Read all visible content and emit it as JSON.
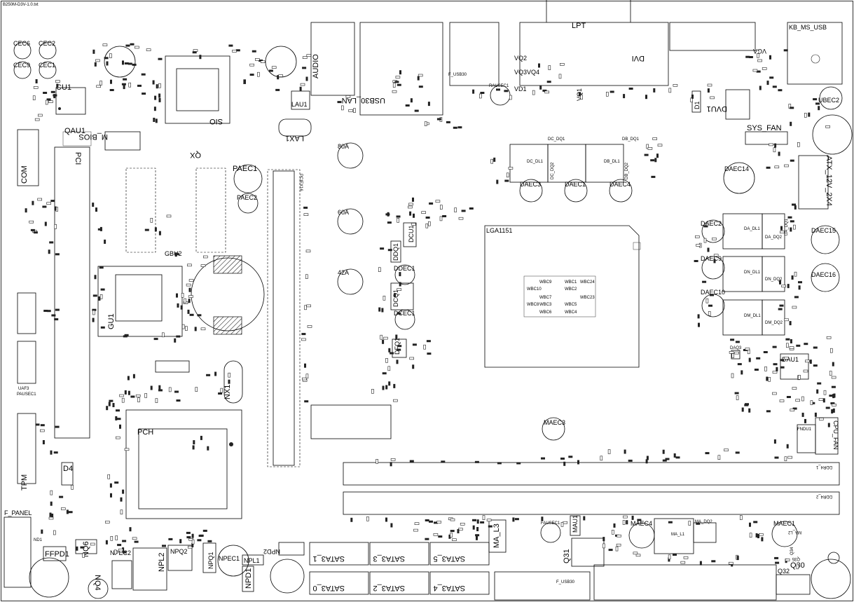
{
  "file_name": "B250M-D3V-1.0.txt",
  "labels": {
    "cec6": "CEC6",
    "cec2": "CEC2",
    "cec9": "CEC9",
    "cec1": "CEC1",
    "cu1": "CU1",
    "qau1": "QAU1",
    "m_bios": "M_BIOS",
    "sio": "SIO",
    "com": "COM",
    "pci": "PCI",
    "audio": "AUDIO",
    "lau1": "LAU1",
    "lax1": "LAX1",
    "usb30_lan": "USB30_LAN",
    "f_usb30": "F_USB30",
    "rausec1": "RAUSEC1",
    "lpt": "LPT",
    "dvi": "DVI",
    "kb_ms_usb": "KB_MS_USB",
    "vga": "VGA",
    "vq2": "VQ2",
    "vq3": "VQ3",
    "vq4": "VQ4",
    "vd1": "VD1",
    "vq1": "VQ1",
    "d1": "D1",
    "dvu1": "DVU1",
    "ubec2": "UBEC2",
    "sys_fan": "SYS_FAN",
    "atx": "ATX_12V_2X4",
    "a80": "80A",
    "a60": "60A",
    "a42": "42A",
    "paec1": "PAEC1",
    "paec2": "PAEC2",
    "pciex": "PCIEX16",
    "dc_dq1": "DC_DQ1",
    "db_dq1": "DB_DQ1",
    "daec3": "DAEC3",
    "daec1": "DAEC1",
    "daec4": "DAEC4",
    "dc_dq2": "DC_DQ2",
    "db_dq2": "DB_DQ2",
    "dc_dl1": "DC_DL1",
    "db_dl1": "DB_DL1",
    "daec14": "DAEC14",
    "daec2": "DAEC2",
    "daec15": "DAEC15",
    "daec9": "DAEC9",
    "daec16": "DAEC16",
    "daec10": "DAEC10",
    "da_dl1": "DA_DL1",
    "da_dq2": "DA_DQ2",
    "da_dq1": "DA_DQ1",
    "dn_dl1": "DN_DL1",
    "dn_dq2": "DN_DQ2",
    "dm_dl1": "DM_DL1",
    "dm_dq2": "DM_DQ2",
    "lga": "LGA1151",
    "dcu1": "DCU1",
    "ddq1": "DDQ1",
    "ddec1": "DDEC1",
    "dcq1": "DCQ1",
    "dcec1": "DCEC1",
    "dfq1": "DFQ1",
    "dau1": "DAU1",
    "daq3": "DAQ3",
    "gbu2": "GBU2",
    "gu1": "GU1",
    "xq": "QX",
    "nx1": "NX1",
    "pch": "PCH",
    "maec3": "MAEC3",
    "fndu1": "FNDU1",
    "cpu_fan": "CPU_FAN",
    "ddr4_1": "DDR4_1",
    "ddr4_2": "DDR4_2",
    "uaf3": "UAF3",
    "pausec1": "PAUSEC1",
    "tpm": "TPM",
    "d4": "D4",
    "f_panel": "F_PANEL",
    "nd1": "ND1",
    "ffpd1": "FFPD1",
    "nq6": "NQ6",
    "nq4": "NQ4",
    "npec2": "NPEC2",
    "npl2": "NPL2",
    "npq2": "NPQ2",
    "npq1": "NPQ1",
    "npec1": "NPEC1",
    "npl1": "NPL1",
    "npd1": "NPD1",
    "npd2": "NPD2",
    "sata3_1": "SATA3_1",
    "sata3_3": "SATA3_3",
    "sata3_5": "SATA3_5",
    "sata3_0": "SATA3_0",
    "sata3_2": "SATA3_2",
    "sata3_4": "SATA3_4",
    "ma_l3": "MA_L3",
    "fausec1": "FAUSEC1",
    "mau1": "MAU1",
    "q31": "Q31",
    "f_usb30b": "F_USB30",
    "maec4": "MAEC4",
    "ma_dq2": "MA_DQ2",
    "ma_l1": "MA_L1",
    "maec1": "MAEC1",
    "ma_l2": "MA_L2",
    "q30": "Q30",
    "q32": "Q32",
    "q34": "Q34",
    "q35": "Q35",
    "wbc9": "WBC9",
    "wbc1": "WBC1",
    "wbc24": "WBC24",
    "wbc10": "WBC10",
    "wbc2": "WBC2",
    "wbc7": "WBC7",
    "wbc23": "WBC23",
    "wbc3": "WBC3",
    "wbc5": "WBC5",
    "wbc4": "WBC4",
    "wbc6": "WBC6",
    "wbc8": "WBC8"
  }
}
